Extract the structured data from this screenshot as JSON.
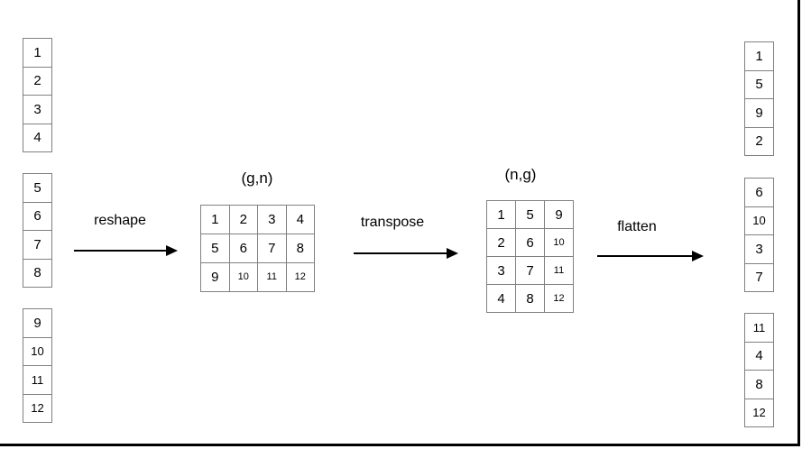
{
  "left_vector": {
    "groups": [
      [
        "1",
        "2",
        "3",
        "4"
      ],
      [
        "5",
        "6",
        "7",
        "8"
      ],
      [
        "9",
        "10",
        "11",
        "12"
      ]
    ]
  },
  "operations": {
    "reshape": "reshape",
    "transpose": "transpose",
    "flatten": "flatten"
  },
  "matrix_gn": {
    "label": "(g,n)",
    "rows": [
      [
        "1",
        "2",
        "3",
        "4"
      ],
      [
        "5",
        "6",
        "7",
        "8"
      ],
      [
        "9",
        "10",
        "11",
        "12"
      ]
    ]
  },
  "matrix_ng": {
    "label": "(n,g)",
    "rows": [
      [
        "1",
        "5",
        "9"
      ],
      [
        "2",
        "6",
        "10"
      ],
      [
        "3",
        "7",
        "11"
      ],
      [
        "4",
        "8",
        "12"
      ]
    ]
  },
  "right_vector": {
    "groups": [
      [
        "1",
        "5",
        "9",
        "2"
      ],
      [
        "6",
        "10",
        "3",
        "7"
      ],
      [
        "11",
        "4",
        "8",
        "12"
      ]
    ]
  },
  "colors": {
    "background": "#ffffff",
    "cell_border": "#808080",
    "text": "#000000",
    "arrow": "#000000",
    "frame": "#000000"
  }
}
